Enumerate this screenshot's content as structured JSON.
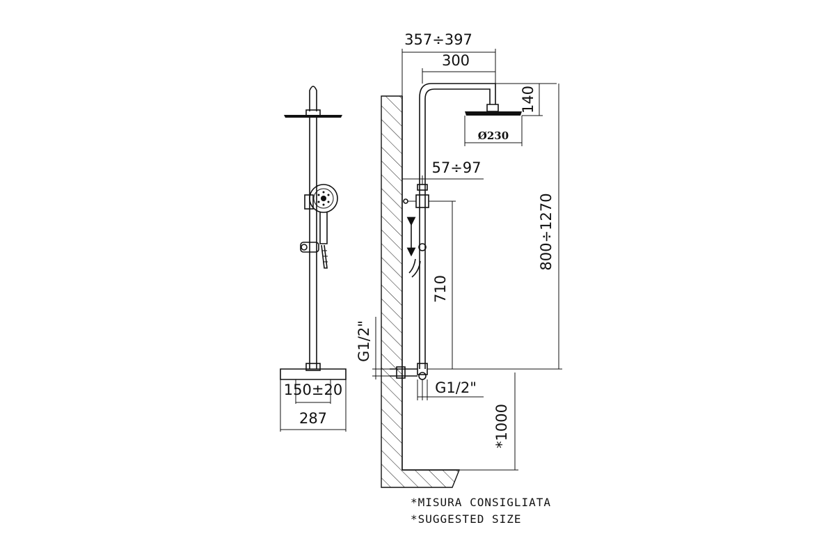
{
  "dimensions": {
    "top_width_range": "357÷397",
    "arm_length": "300",
    "head_drop": "140",
    "head_diameter": "Ø230",
    "wall_offset": "57÷97",
    "total_height": "800÷1270",
    "slide_bar_length": "710",
    "inlet_left": "G1/2\"",
    "inlet_bottom": "G1/2\"",
    "floor_height": "*1000",
    "inlet_spacing": "150±20",
    "mixer_width": "287"
  },
  "notes": {
    "line1": "*MISURA CONSIGLIATA",
    "line2": "*SUGGESTED SIZE"
  }
}
